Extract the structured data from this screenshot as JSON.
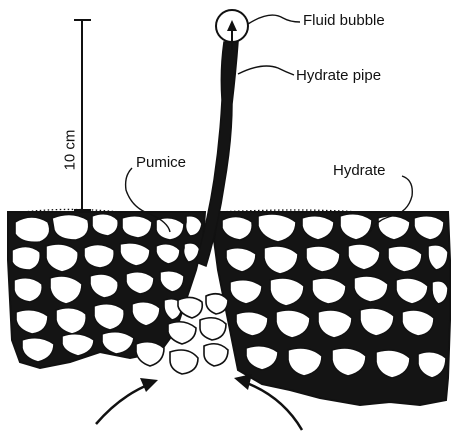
{
  "labels": {
    "scale": "10 cm",
    "fluid_bubble": "Fluid bubble",
    "hydrate_pipe": "Hydrate pipe",
    "pumice": "Pumice",
    "hydrate": "Hydrate"
  },
  "colors": {
    "ink": "#111111",
    "hydrate_fill": "#141414",
    "pumice_fill": "#ffffff",
    "background": "#ffffff"
  },
  "icons": [
    "up-arrow-icon",
    "curved-arrow-icon"
  ]
}
